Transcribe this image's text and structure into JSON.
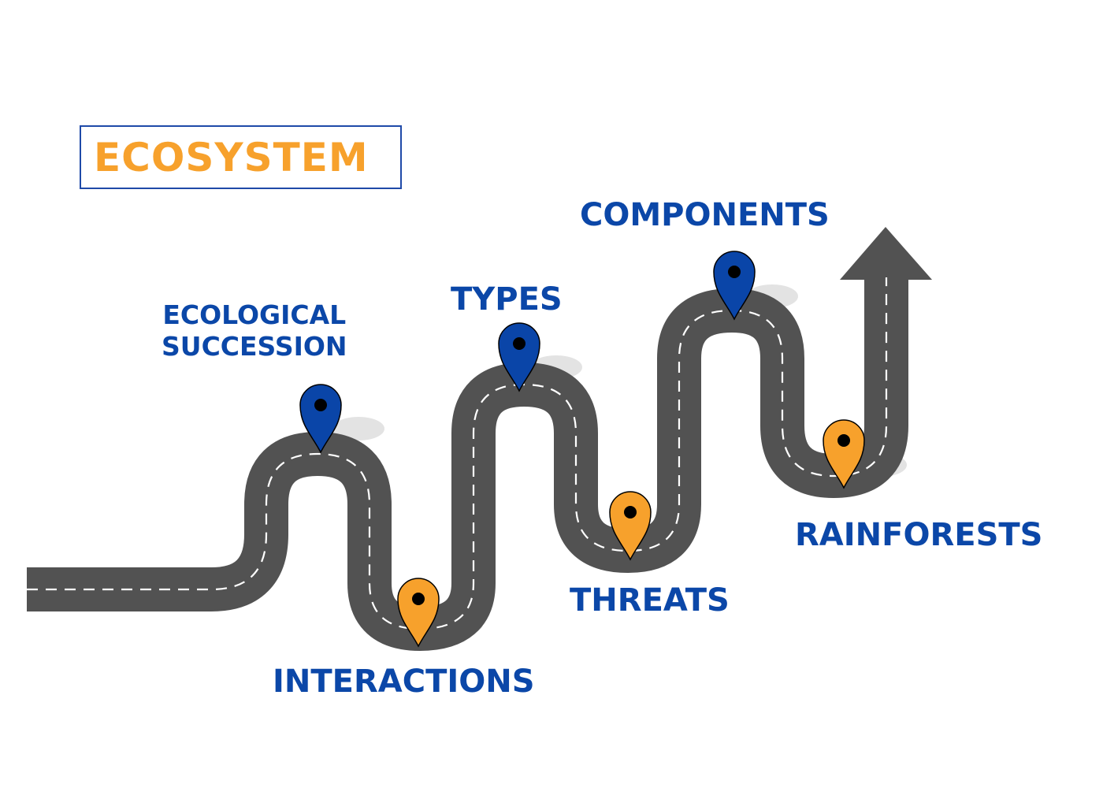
{
  "title": "ECOSYSTEM",
  "colors": {
    "road": "#525252",
    "road_dash": "#ffffff",
    "pin_blue": "#0a45a8",
    "pin_orange": "#f7a12c",
    "label_blue": "#0b47a8",
    "title_orange": "#f7a12c",
    "title_border": "#1f4aa8"
  },
  "stops": [
    {
      "label_line1": "ECOLOGICAL",
      "label_line2": "SUCCESSION",
      "pin_color": "blue"
    },
    {
      "label": "INTERACTIONS",
      "pin_color": "orange"
    },
    {
      "label": "TYPES",
      "pin_color": "blue"
    },
    {
      "label": "THREATS",
      "pin_color": "orange"
    },
    {
      "label": "COMPONENTS",
      "pin_color": "blue"
    },
    {
      "label": "RAINFORESTS",
      "pin_color": "orange"
    }
  ],
  "icons": [
    "map-pin-icon",
    "up-arrow-icon"
  ]
}
